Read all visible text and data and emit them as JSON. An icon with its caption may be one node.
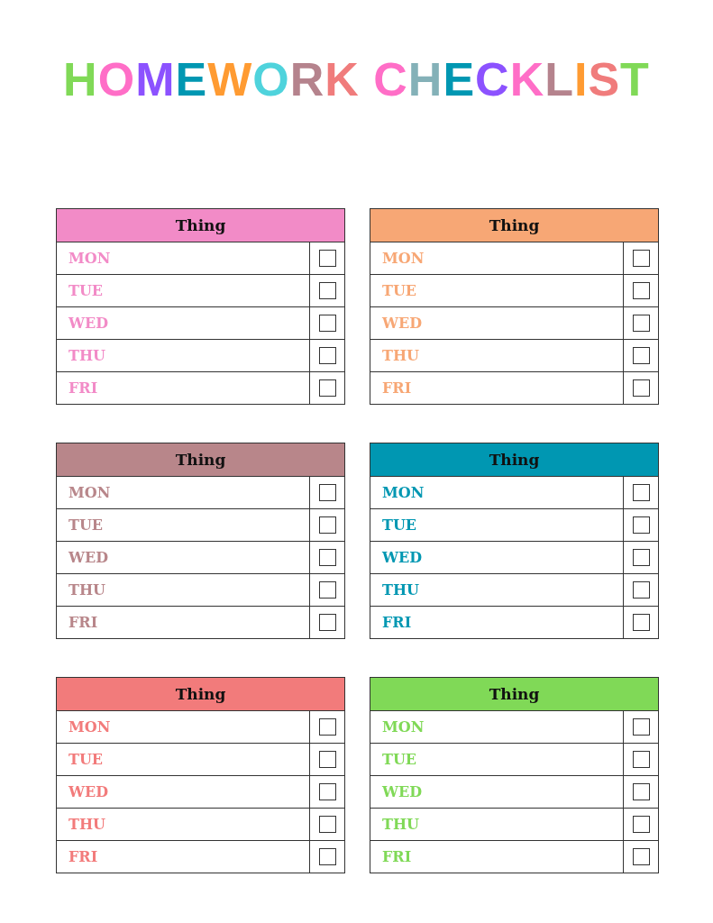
{
  "diagram": {
    "title": "HOMEWORK CHECKLIST",
    "nodes": [
      {
        "text": [
          "Thing"
        ]
      },
      {
        "text": [
          "MON"
        ],
        "in": 0
      },
      {
        "text": [
          "TUE"
        ],
        "in": 0
      },
      {
        "text": [
          "WED"
        ],
        "in": 0
      },
      {
        "text": [
          "THU"
        ],
        "in": 0
      },
      {
        "text": [
          "FRI"
        ],
        "in": 0
      },
      {
        "text": [
          "Thing"
        ]
      },
      {
        "text": [
          "MON"
        ],
        "in": 6
      },
      {
        "text": [
          "TUE"
        ],
        "in": 6
      },
      {
        "text": [
          "WED"
        ],
        "in": 6
      },
      {
        "text": [
          "THU"
        ],
        "in": 6
      },
      {
        "text": [
          "FRI"
        ],
        "in": 6
      },
      {
        "text": [
          "Thing"
        ]
      },
      {
        "text": [
          "MON"
        ],
        "in": 12
      },
      {
        "text": [
          "TUE"
        ],
        "in": 12
      },
      {
        "text": [
          "WED"
        ],
        "in": 12
      },
      {
        "text": [
          "THU"
        ],
        "in": 12
      },
      {
        "text": [
          "FRI"
        ],
        "in": 12
      },
      {
        "text": [
          "Thing"
        ]
      },
      {
        "text": [
          "MON"
        ],
        "in": 18
      },
      {
        "text": [
          "TUE"
        ],
        "in": 18
      },
      {
        "text": [
          "WED"
        ],
        "in": 18
      },
      {
        "text": [
          "THU"
        ],
        "in": 18
      },
      {
        "text": [
          "FRI"
        ],
        "in": 18
      },
      {
        "text": [
          "Thing"
        ]
      },
      {
        "text": [
          "MON"
        ],
        "in": 24
      },
      {
        "text": [
          "TUE"
        ],
        "in": 24
      },
      {
        "text": [
          "WED"
        ],
        "in": 24
      },
      {
        "text": [
          "THU"
        ],
        "in": 24
      },
      {
        "text": [
          "FRI"
        ],
        "in": 24
      },
      {
        "text": [
          "Thing"
        ]
      },
      {
        "text": [
          "MON"
        ],
        "in": 30
      },
      {
        "text": [
          "TUE"
        ],
        "in": 30
      },
      {
        "text": [
          "WED"
        ],
        "in": 30
      },
      {
        "text": [
          "THU"
        ],
        "in": 30
      },
      {
        "text": [
          "FRI"
        ],
        "in": 30
      }
    ]
  }
}
